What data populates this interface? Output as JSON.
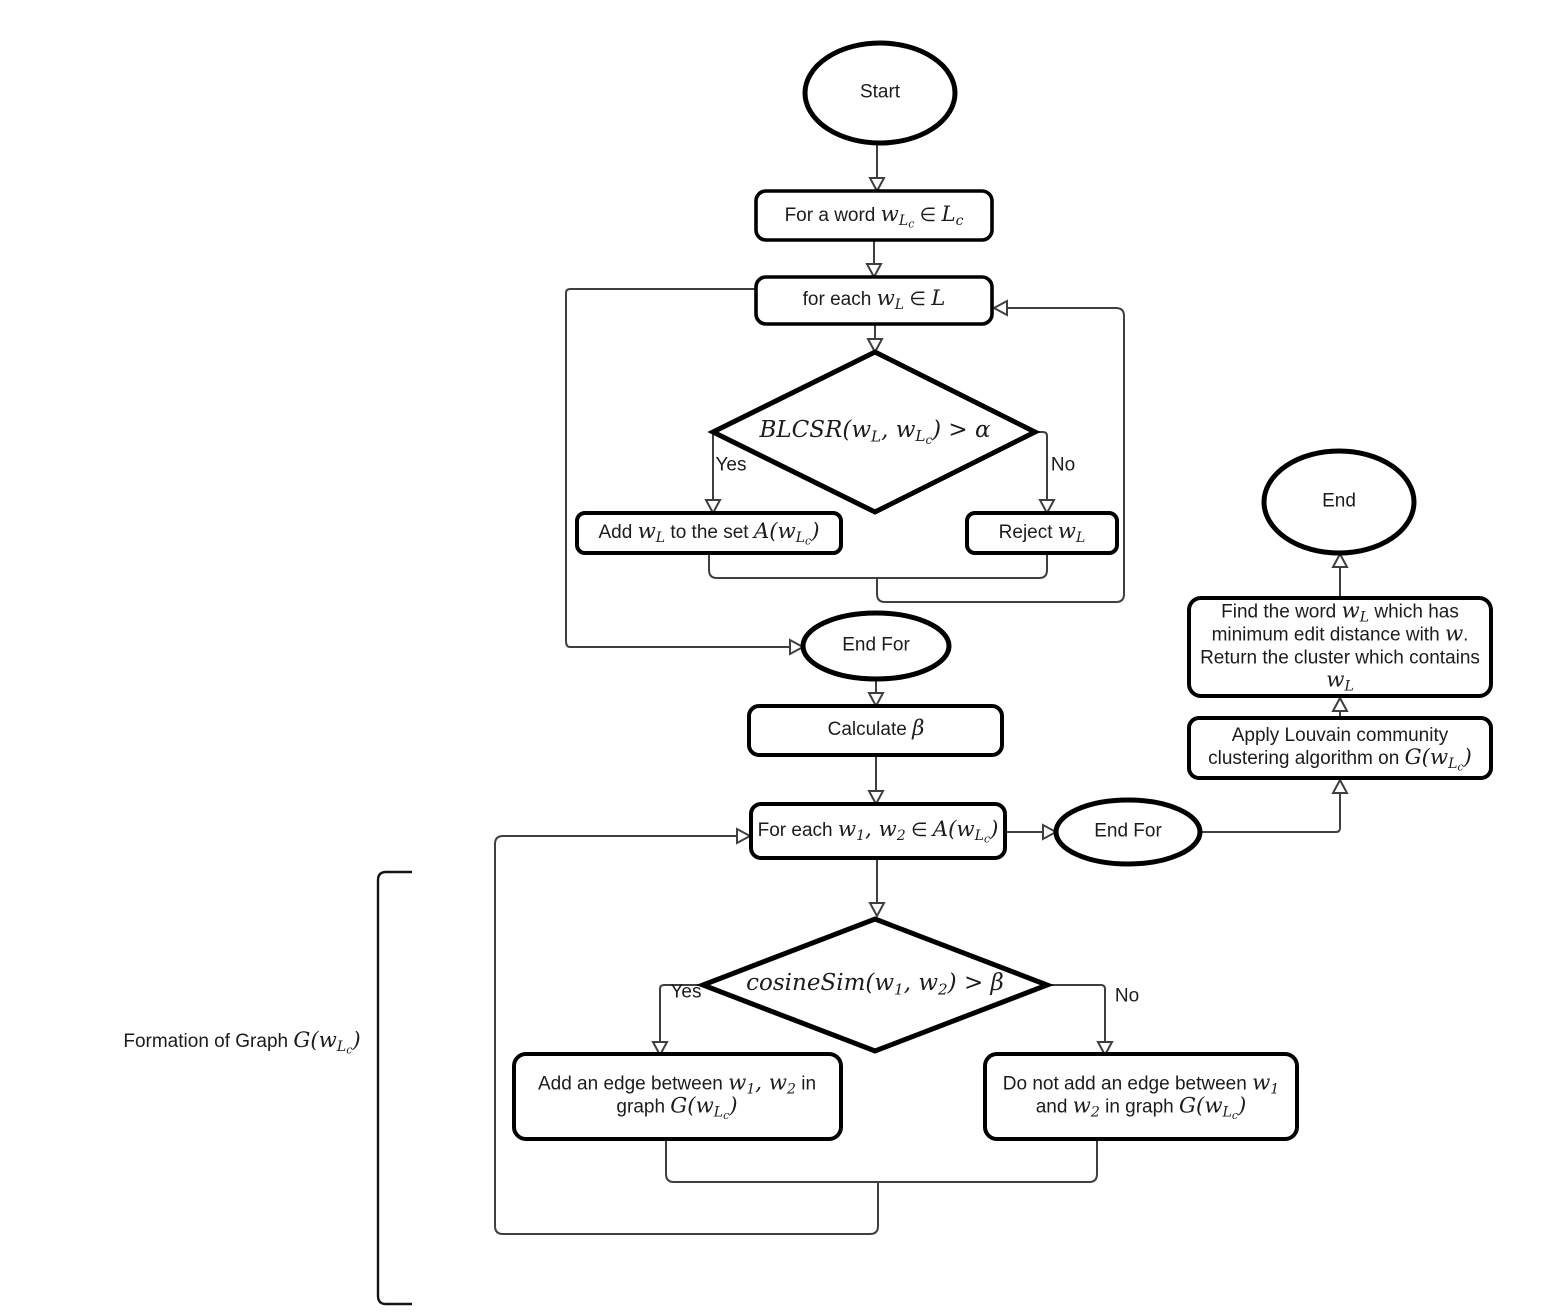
{
  "flowchart": {
    "colors": {
      "background": "#ffffff",
      "node_stroke": "#000000",
      "connector": "#3f3f3f",
      "text": "#1c1c1c"
    },
    "nodes": {
      "start": {
        "type": "terminator",
        "label": "Start"
      },
      "for_word": {
        "type": "process",
        "label_html": "For a word <i>w<sub>L<sub>c</sub></sub></i> ∈ <i>L<sub>c</sub></i>"
      },
      "for_each_word": {
        "type": "loop",
        "label_html": "for each <i>w<sub>L</sub></i> ∈ <i>L</i>"
      },
      "blcsr_decision": {
        "type": "decision",
        "label_html": "BLCSR(w<sub>L</sub>, w<sub>L<sub>c</sub></sub>) > α"
      },
      "add_to_set": {
        "type": "process",
        "label_html": "Add <i>w<sub>L</sub></i> to the set <i>A(w<sub>L<sub>c</sub></sub>)</i>"
      },
      "reject": {
        "type": "process",
        "label_html": "Reject <i>w<sub>L</sub></i>"
      },
      "end_for_inner": {
        "type": "terminator",
        "label": "End For"
      },
      "calculate_beta": {
        "type": "process",
        "label_html": "Calculate <i>β</i>"
      },
      "for_each_pair": {
        "type": "loop",
        "label_html": "For each <i>w<sub>1</sub>, w<sub>2</sub></i> ∈ <i>A(w<sub>L<sub>c</sub></sub>)</i>"
      },
      "end_for_outer": {
        "type": "terminator",
        "label": "End For"
      },
      "cosine_decision": {
        "type": "decision",
        "label_html": "cosineSim(w<sub>1</sub>, w<sub>2</sub>) > β"
      },
      "add_edge": {
        "type": "process",
        "label_html": "Add an edge between <i>w<sub>1</sub>, w<sub>2</sub></i> in graph <i>G(w<sub>L<sub>c</sub></sub>)</i>"
      },
      "no_edge": {
        "type": "process",
        "label_html": "Do not add an edge between <i>w<sub>1</sub></i> and <i>w<sub>2</sub></i> in graph <i>G(w<sub>L<sub>c</sub></sub>)</i>"
      },
      "apply_louvain": {
        "type": "process",
        "label_html": "Apply Louvain community clustering algorithm on <i>G(w<sub>L<sub>c</sub></sub>)</i>"
      },
      "find_word": {
        "type": "process",
        "label_html": "Find the word <i>w<sub>L</sub></i> which has minimum edit distance with <i>w</i>. Return the cluster which contains <i>w<sub>L</sub></i>"
      },
      "end": {
        "type": "terminator",
        "label": "End"
      }
    },
    "edge_labels": {
      "blcsr_yes": "Yes",
      "blcsr_no": "No",
      "cosine_yes": "Yes",
      "cosine_no": "No"
    },
    "annotation": {
      "bracket_label_html": "Formation of Graph <i>G(w<sub>L<sub>c</sub></sub>)</i>"
    }
  }
}
